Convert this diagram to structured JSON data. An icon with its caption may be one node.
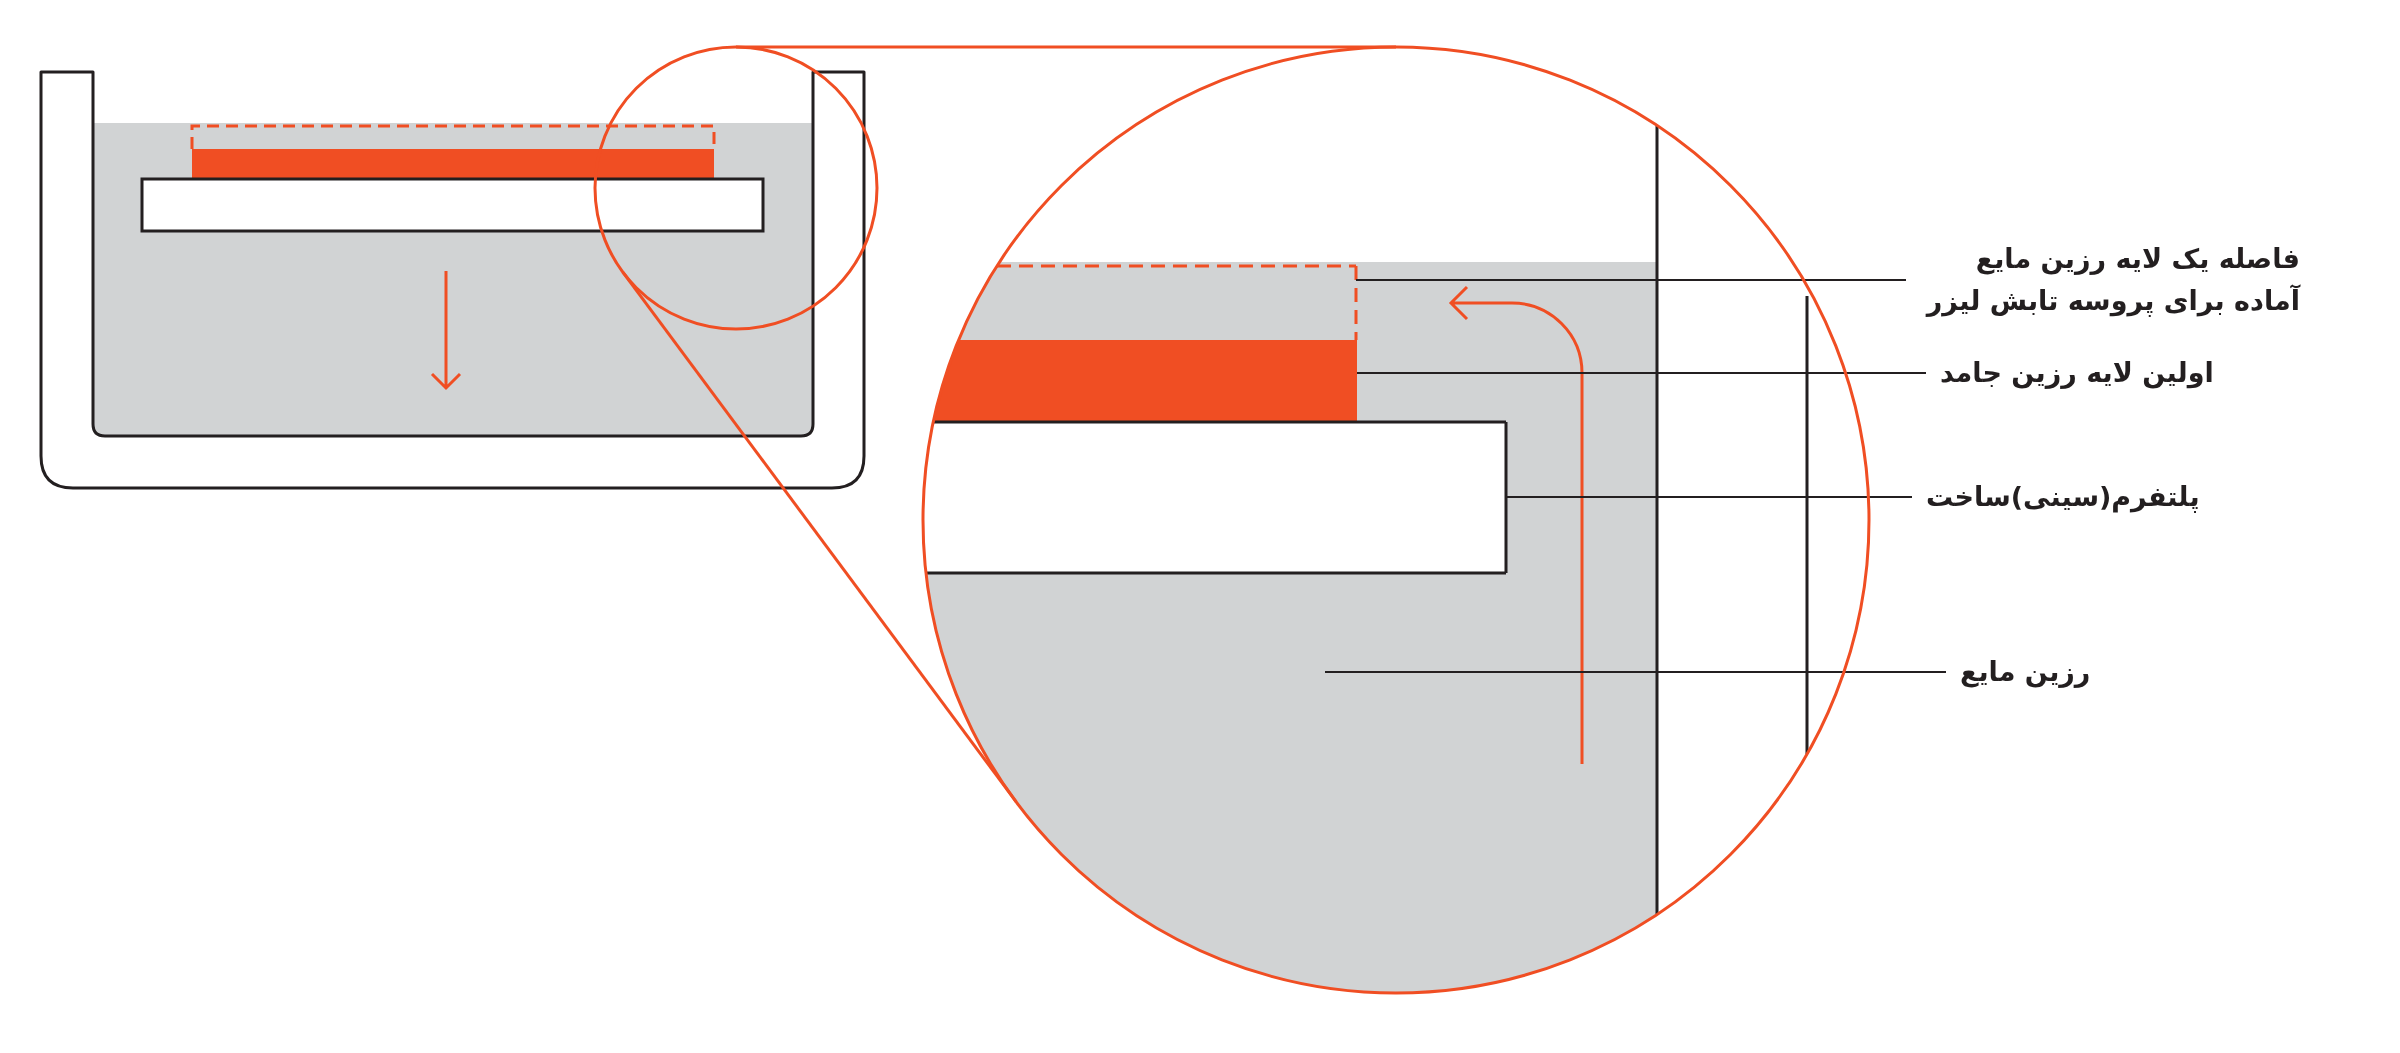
{
  "diagram": {
    "nodes": [
      {
        "text": [
          "فاصله یک لایه رزین مایع آماده برای پروسه تابش لیزر"
        ]
      },
      {
        "text": [
          "اولین لایه رزین جامد"
        ]
      },
      {
        "text": [
          "پلتفرم(سینی)ساخت"
        ]
      },
      {
        "text": [
          "رزین مایع"
        ]
      },
      {
        "text": [],
        "shape": "box"
      },
      {
        "text": [],
        "shape": "bar"
      },
      {
        "text": [],
        "shape": "box"
      }
    ],
    "edges": [
      {
        "from": 0,
        "to": 4,
        "arrow": "none"
      },
      {
        "from": 1,
        "to": 5,
        "arrow": "none"
      },
      {
        "from": 2,
        "to": 6,
        "arrow": "none"
      },
      {
        "from": 3,
        "to": null,
        "arrow": "none"
      }
    ]
  }
}
